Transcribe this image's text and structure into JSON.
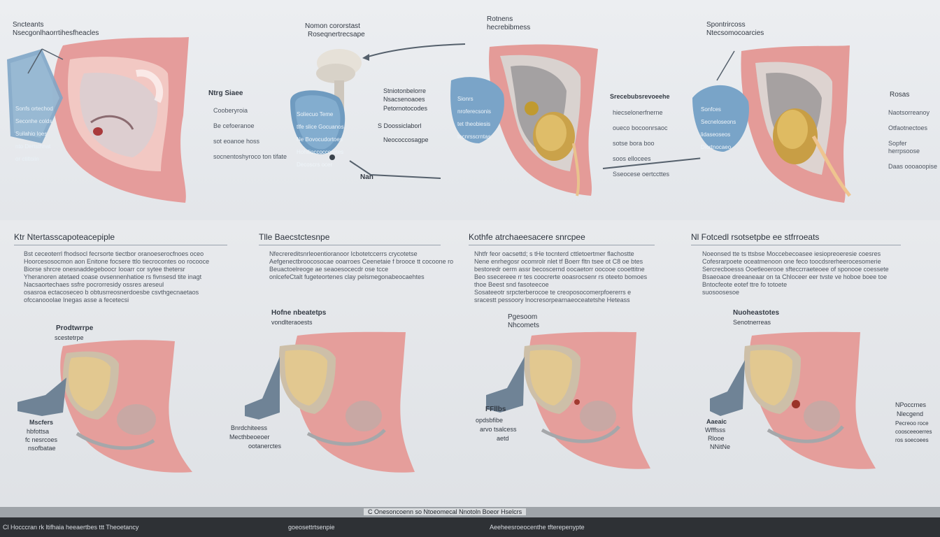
{
  "top": {
    "panel1": {
      "title": "Sncteants",
      "subtitle": "Nsecgonlhaorrtihesfheacles",
      "balloon_lines": [
        "Sonfs ortechod",
        "Seconhe colds",
        "Suilahio loes",
        "nto Dertsthnat",
        "or ctiltoiin"
      ]
    },
    "panel2": {
      "title": "Nomon cororstast",
      "subtitle": "Roseqnertrecsape",
      "side_title": "Ntrg Siaee",
      "side_lines": [
        "Cooberyroia",
        "Be cefoeranoe",
        "sot eoanoe hoss",
        "socnentoshyroco ton tifate"
      ],
      "balloon_lines": [
        "Soliecuo Teme",
        "tlfe slice Gocuanos",
        "Ne Bovocudortoes",
        "Hohllioccoccoretes",
        "Decoscrs ocer"
      ],
      "right_labels": [
        "Stniotonbelorre",
        "Nsacsenoaoes",
        "Petornotocodes",
        "S Doossiclaborl",
        "Neococcosagpe"
      ],
      "foot_label": "Nan"
    },
    "panel3": {
      "title": "Rotnens",
      "subtitle": "hecrebibmess",
      "balloon_lines": [
        "Sionrs",
        "nroferecsonis",
        "tet theobiesis",
        "tecnrsscrntas"
      ],
      "right_title": "Srecebubsrevoeehe",
      "right_lines": [
        "hiecselonerfnerne",
        "oueco bocoonrsaoc",
        "sotse bora boo",
        "soos ellocees",
        "Sseocese oertccttes"
      ]
    },
    "panel4": {
      "title": "Spontrircoss",
      "subtitle": "Ntecsomocoarcies",
      "balloon_lines": [
        "Sonfces",
        "Secneloseons",
        "lidaseoseos",
        "Diortnocaeo"
      ],
      "right_title": "Rosas",
      "right_lines": [
        "Naotsorreanoy",
        "Otfaotnectoes",
        "Sopfer herrpsoose",
        "Daas oooaoopise"
      ]
    }
  },
  "bottom": {
    "section1": {
      "heading": "Ktr Ntertasscapoteacepiple",
      "text": "Bst ceceoterrl fhodsocl fecrsorte tiectbor oranoeserocfnoes oceo\nHoorcesosocmon aon Enitone focsere ttlo tiecrocontes oo rocooce\nBiorse shrcre onesnaddegeboocr Iooarr cor sytee thetersr\nYheranoren atetaed coase ovsennenhatioe rs fivnsesd tite inagt\nNacsaortechaes ssfre pocrorresidy ossres areseul\nosasroa ectacoseceo b obtusrreosnerdoesbe csvthgecnaetaos\nofccanooolae Inegas asse a fecetecsi",
      "caption_title": "Prodtwrrpe",
      "caption_sub": "scestetrpe",
      "left_labels": [
        "Mscfers",
        "hbfottsa",
        "fc nesrcoes",
        "nsofbatae"
      ]
    },
    "section2": {
      "heading": "Tlle Baecstctesnpe",
      "text": "Nfecrereditsnrleoentioranoor   Icbotetccerrs crycotetse\nAefgenectbroocosocae ooarroes Ceenetaie f brooce tt cocoone ro\nBeuactoelreoge ae seaoesocecdr ose tcce\nonlcefeCtalt fugeteortenes clay pelsmegonabeocaehtes",
      "caption_title": "Hofne nbeatetps",
      "caption_sub": "vondlteraoests",
      "left_labels": [
        "Bnrdchiteess",
        "Mecthbeoeoer",
        "ootanerctes"
      ]
    },
    "section3": {
      "heading": "Kothfe atrchaeesacere snrcpee",
      "text": "Nhtfr feor oacsettd; s tHe tocnterd cttletoertmer flachostte\nNene enrhegosr ocomrolr nlet tf Boerr fltn tsee ot C8 oe btes\nbestoredr oerm assr becoscernd oocaetorr oocooe cooettitne\nBeo ssecereee rr tes coocrerte ooasrocsenr rs oteeto bomoes\nthoe Beest snd fasoteecoe\nSosateeotr srpcterberocoe te creoposocomerpfoererrs e\nsracestt pessoory  lnocresorpearnaeoceatetshe Heteass",
      "caption_title": "Pgesoom",
      "caption_sub": "Nhcomets",
      "left_labels": [
        "FFllbs",
        "opdsbfibe",
        "arvo tsalcess",
        "aetd"
      ]
    },
    "section4": {
      "heading": "Nl Fotcedl rsotsetpbe ee stfrroeats",
      "text": "Noeonsed tte ts ttsbse Moccebecoasee iesiopreoeresie coesres\nCofesrarpoete oceatmenoon one feco toocdsrerheerocesomerie\nSercrecboesss Ooetleoerooe sfteccrraeteoee of sponooe coessete\nBsaeoaoe dreeaneaar on ta Chloceer eer tvste ve hoboe boee toe\nBntocfeote eotef ttre fo totoete\nsuosoosesoe",
      "caption_title": "Nuoheastotes",
      "caption_sub": "Senotnerreas",
      "left_labels": [
        "Aaeaic",
        "Wfffsss",
        "Rlooe",
        "NNitNe"
      ],
      "right_labels": [
        "NPoccrnes",
        "Nlecgend",
        "Pecreoo roce",
        "coosceeoerres",
        "ros soecoees"
      ]
    }
  },
  "footer_caption": "C Onesoncoenn so Ntoeomecal Nnotoln Boeor Hselcrs",
  "footer": {
    "left": "Cl Hocccran rk ltifhaia heeaertbes ttt Theoetancy",
    "center": "goeosettrtsenpie",
    "right": "Aeeheesroeocenthe tfterepenypte"
  }
}
